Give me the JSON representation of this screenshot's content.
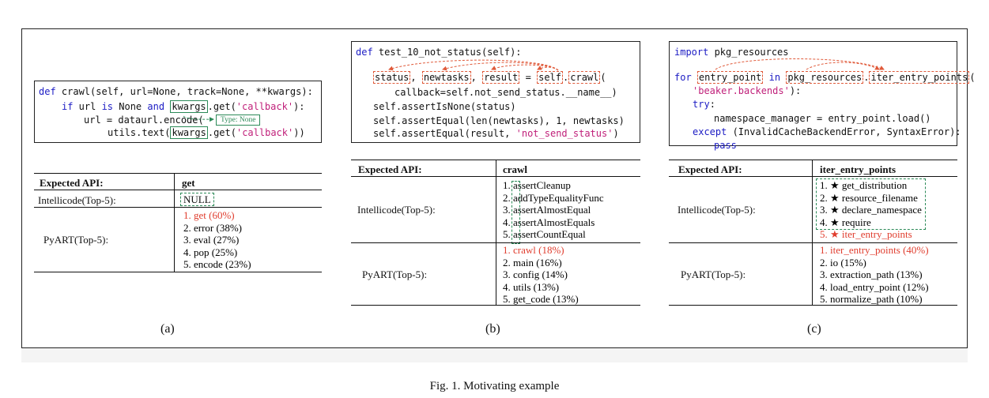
{
  "caption": "Fig. 1.  Motivating example",
  "panel_a": {
    "label": "(a)",
    "code": {
      "l1_def": "def",
      "l1_rest": " crawl(self, url=None, track=None, **kwargs):",
      "l2_if": "if",
      "l2_mid": " url ",
      "l2_is": "is",
      "l2_none": " None ",
      "l2_and": "and",
      "l2_kwargs": "kwargs",
      "l2_get": ".get(",
      "l2_str": "'callback'",
      "l2_end": "):",
      "l3": "url = dataurl.encode(",
      "l4_pre": "utils.text(",
      "l4_kwargs": "kwargs",
      "l4_get": ".get(",
      "l4_str": "'callback'",
      "l4_end": "))",
      "type_hint": "Type: None"
    },
    "table": {
      "header_left": "Expected API:",
      "header_right": "get",
      "row1_label": "Intellicode(Top-5):",
      "row1_value": "NULL",
      "row2_label": "PyART(Top-5):",
      "pyart": [
        "1. get (60%)",
        "2. error (38%)",
        "3. eval (27%)",
        "4. pop (25%)",
        "5. encode (23%)"
      ]
    }
  },
  "panel_b": {
    "label": "(b)",
    "code": {
      "l1_def": "def",
      "l1_rest": " test_10_not_status(self):",
      "l2_status": "status",
      "l2_c1": ", ",
      "l2_newtasks": "newtasks",
      "l2_c2": ", ",
      "l2_result": "result",
      "l2_eq": " = ",
      "l2_self": "self",
      "l2_dot": ".",
      "l2_crawl": "crawl",
      "l2_end": "(",
      "l3": "callback=self.not_send_status.__name__)",
      "l4": "self.assertIsNone(status)",
      "l5": "self.assertEqual(len(newtasks), 1, newtasks)",
      "l6_pre": "self.assertEqual(result, ",
      "l6_str": "'not_send_status'",
      "l6_end": ")"
    },
    "table": {
      "header_left": "Expected API:",
      "header_right": "crawl",
      "row1_label": "Intellicode(Top-5):",
      "intellicode": [
        "1. assertCleanup",
        "2. addTypeEqualityFunc",
        "3. assertAlmostEqual",
        "4. assertAlmostEquals",
        "5. assertCountEqual"
      ],
      "row2_label": "PyART(Top-5):",
      "pyart": [
        "1. crawl (18%)",
        "2. main (16%)",
        "3. config (14%)",
        "4. utils (13%)",
        "5. get_code (13%)"
      ]
    }
  },
  "panel_c": {
    "label": "(c)",
    "code": {
      "l1_import": "import",
      "l1_rest": " pkg_resources",
      "l2_for": "for",
      "l2_entry": "entry_point",
      "l2_in": "in",
      "l2_pkg": "pkg_resources",
      "l2_dot": ".",
      "l2_iter": "iter_entry_points",
      "l2_end": "(",
      "l3_str": "'beaker.backends'",
      "l3_end": "):",
      "l4_try": "try",
      "l4_end": ":",
      "l5": "namespace_manager = entry_point.load()",
      "l6_except": "except",
      "l6_rest": " (InvalidCacheBackendError, SyntaxError):",
      "l7_pass": "pass"
    },
    "table": {
      "header_left": "Expected API:",
      "header_right": "iter_entry_points",
      "row1_label": "Intellicode(Top-5):",
      "intellicode": [
        "1. ★ get_distribution",
        "2. ★ resource_filename",
        "3. ★ declare_namespace",
        "4. ★ require",
        "5. ★ iter_entry_points"
      ],
      "row2_label": "PyART(Top-5):",
      "pyart": [
        "1. iter_entry_points (40%)",
        "2. io (15%)",
        "3. extraction_path (13%)",
        "4. load_entry_point (12%)",
        "5. normalize_path (10%)"
      ]
    }
  }
}
